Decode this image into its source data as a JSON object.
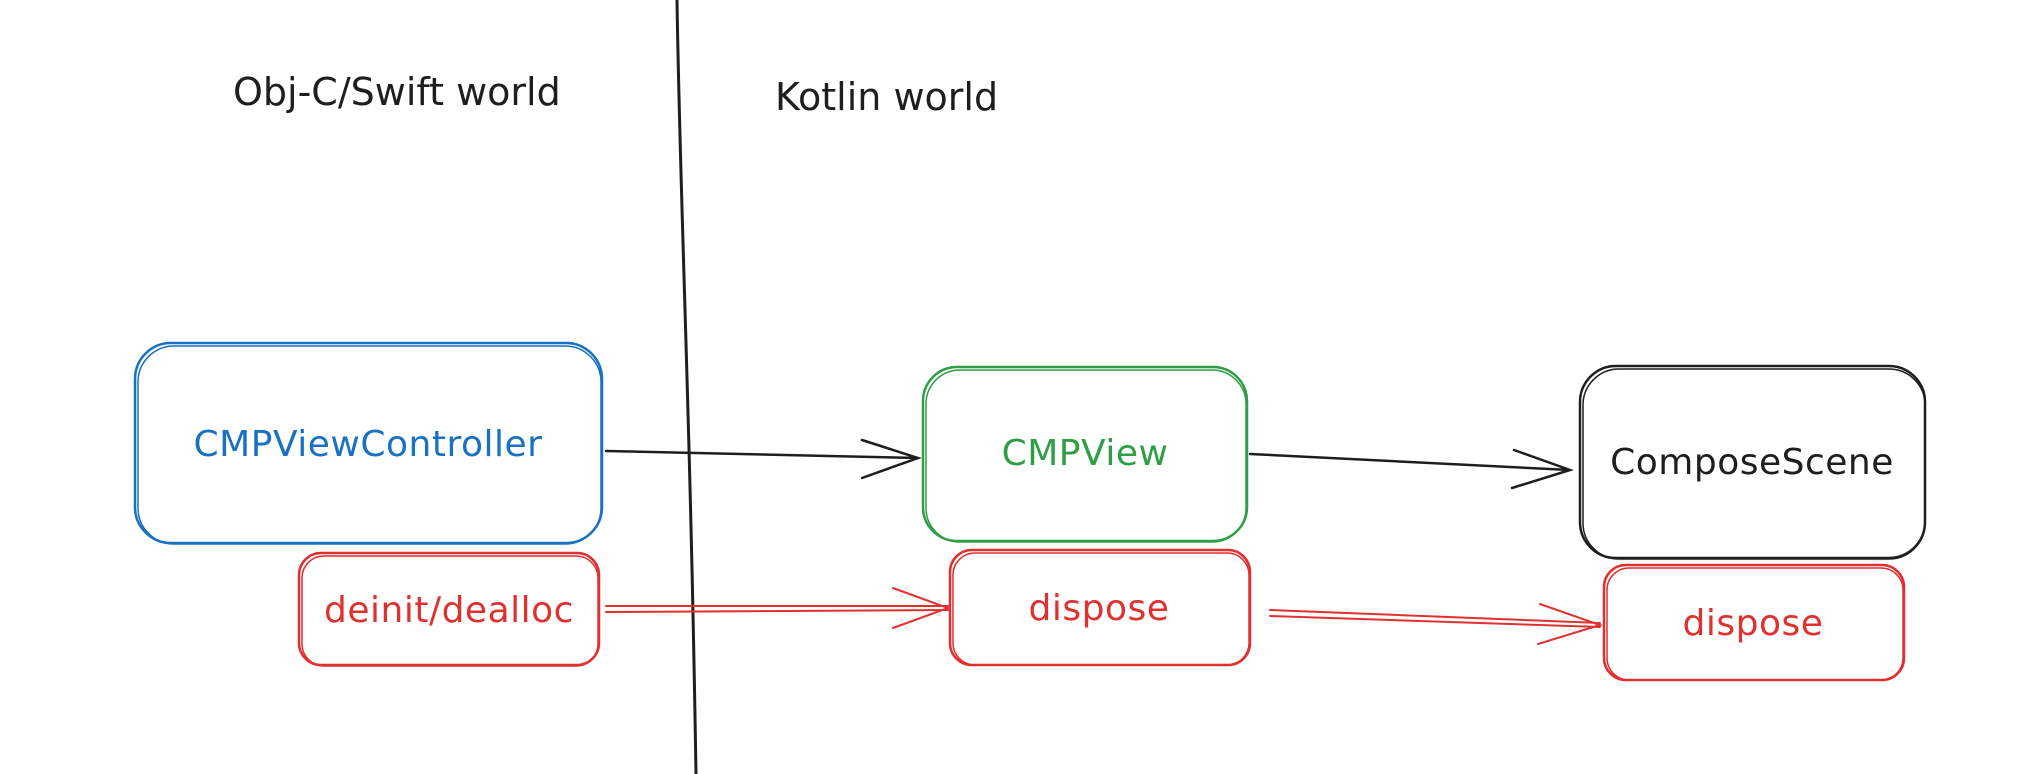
{
  "diagram": {
    "headings": {
      "left": "Obj-C/Swift world",
      "right": "Kotlin world"
    },
    "nodes": {
      "view_controller": "CMPViewController",
      "cmp_view": "CMPView",
      "compose_scene": "ComposeScene",
      "deinit": "deinit/dealloc",
      "dispose_view": "dispose",
      "dispose_scene": "dispose"
    },
    "colors": {
      "blue": "#1971c2",
      "green": "#2f9e44",
      "red": "#e03131",
      "black": "#1e1e1e"
    }
  }
}
